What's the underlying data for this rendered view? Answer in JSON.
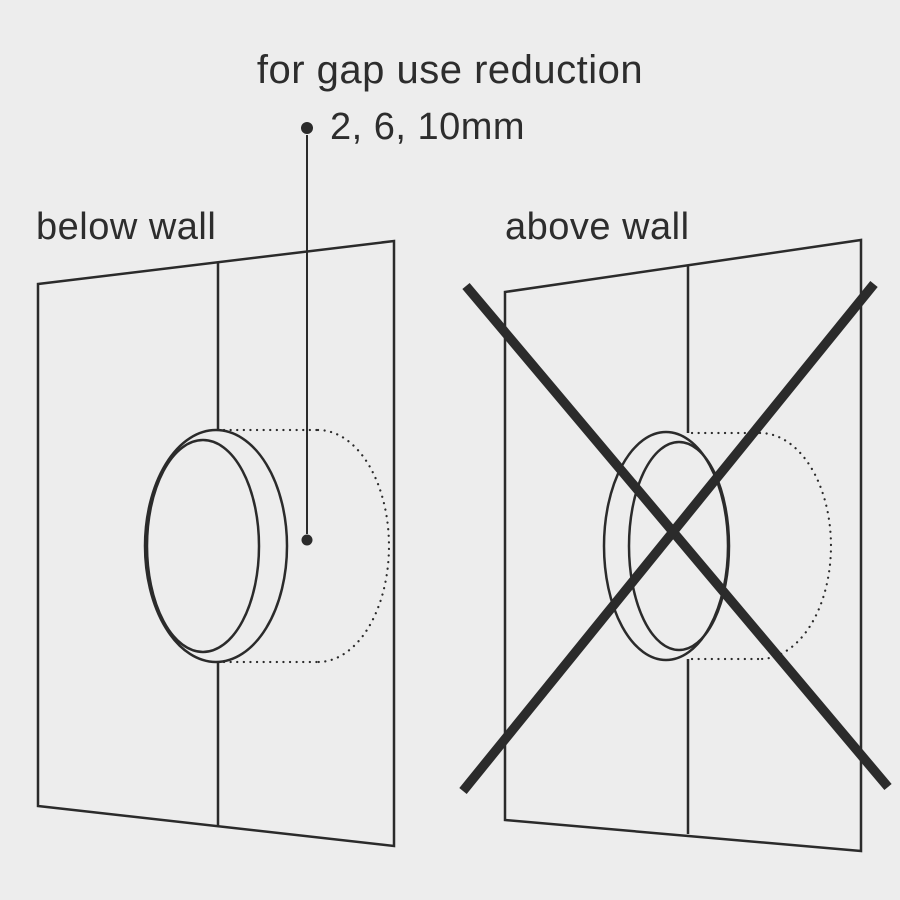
{
  "annotation": {
    "title": "for gap use reduction",
    "measurements": "2, 6, 10mm"
  },
  "panels": {
    "left": {
      "label": "below wall"
    },
    "right": {
      "label": "above wall"
    }
  },
  "icons": {
    "prohibition": "x-cross-over-right-panel",
    "bullet": "filled-dot",
    "leader_end": "filled-dot"
  },
  "colors": {
    "background": "#ededed",
    "line": "#2b2b2b",
    "text": "#2d2d2d"
  }
}
